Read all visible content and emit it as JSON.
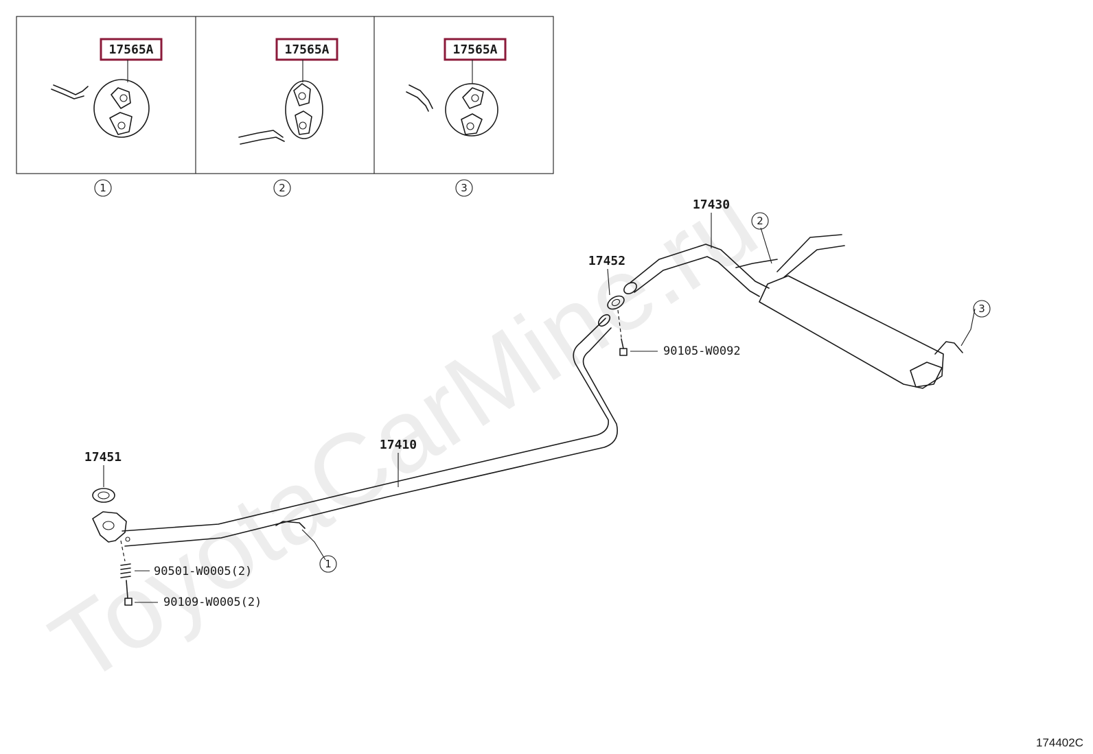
{
  "watermark": "ToyotaCarMine.ru",
  "diagram_id": "174402C",
  "detail_panels": [
    {
      "part": "17565A",
      "index": "1"
    },
    {
      "part": "17565A",
      "index": "2"
    },
    {
      "part": "17565A",
      "index": "3"
    }
  ],
  "part_labels": {
    "tailpipe_assy": "17430",
    "gasket_rear": "17452",
    "bolt_rear": "90105-W0092",
    "front_pipe": "17410",
    "gasket_front": "17451",
    "spring": "90501-W0005(2)",
    "bolt_front": "90109-W0005(2)"
  },
  "callouts": {
    "hanger_front": "1",
    "hanger_mid": "2",
    "hanger_rear": "3"
  },
  "colors": {
    "highlight": "#8b1a3a",
    "line": "#1a1a1a",
    "watermark": "#d9d9d9"
  }
}
